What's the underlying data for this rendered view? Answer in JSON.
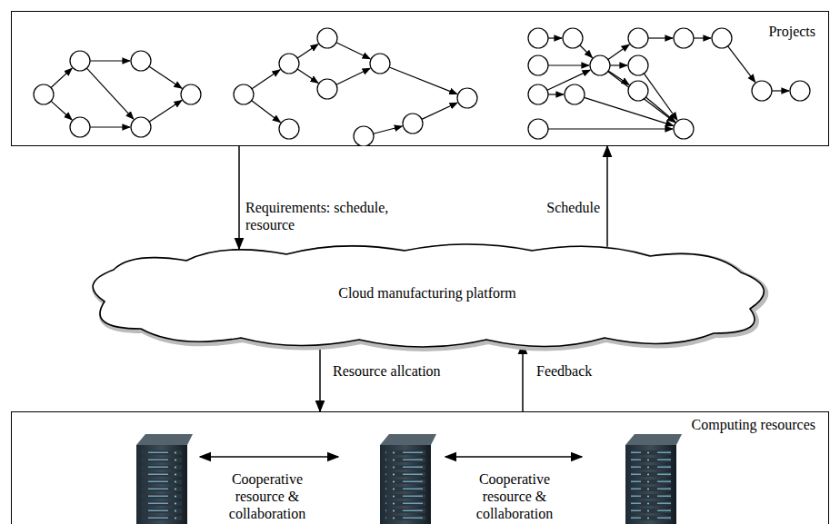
{
  "diagram": {
    "nodes": [
      {
        "text": [
          "Projects"
        ]
      },
      {
        "text": [
          "Cloud manufacturing platform"
        ]
      },
      {
        "text": [
          "Computing resources"
        ]
      }
    ],
    "edges": [
      {
        "from": 0,
        "to": 1,
        "arrow": "to",
        "label": "Requirements: schedule, resource"
      },
      {
        "from": 1,
        "to": 0,
        "arrow": "to",
        "label": "Schedule"
      },
      {
        "from": 1,
        "to": 2,
        "arrow": "to",
        "label": "Resource allcation"
      },
      {
        "from": 2,
        "to": 1,
        "arrow": "to",
        "label": "Feedback"
      }
    ],
    "labels": [
      "Cooperative resource & collaboration",
      "Cooperative resource & collaboration"
    ]
  }
}
